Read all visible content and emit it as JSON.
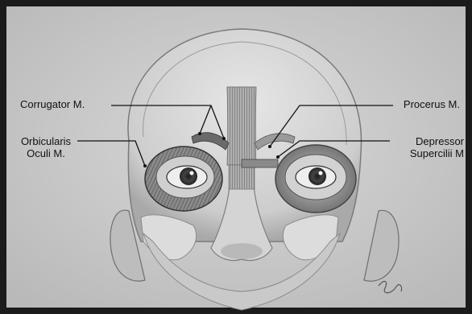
{
  "labels": {
    "corrugator": "Corrugator M.",
    "orbicularis_line1": "Orbicularis",
    "orbicularis_line2": "Oculi M.",
    "procerus": "Procerus M.",
    "depressor_line1": "Depressor",
    "depressor_line2": "Supercilii M"
  },
  "colors": {
    "background": "#1b1b1b",
    "paper": "#cfcfcf",
    "skin": "#d9d9d9",
    "shadow": "#8f8f8f",
    "ink": "#111111"
  }
}
